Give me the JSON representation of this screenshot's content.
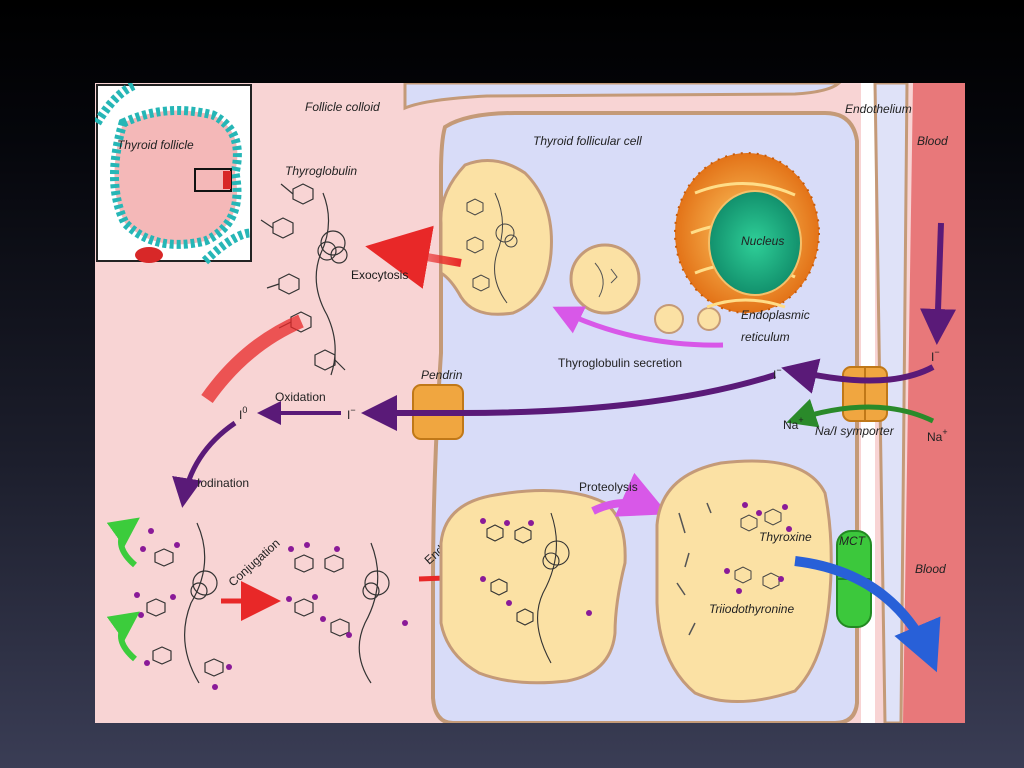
{
  "labels": {
    "follicle_colloid": "Follicle colloid",
    "thyroid_follicular_cell": "Thyroid follicular cell",
    "endothelium": "Endothelium",
    "blood_top": "Blood",
    "blood_bottom": "Blood",
    "thyroid_follicle": "Thyroid follicle",
    "thyroglobulin": "Thyroglobulin",
    "exocytosis": "Exocytosis",
    "nucleus": "Nucleus",
    "er_line1": "Endoplasmic",
    "er_line2": "reticulum",
    "tg_secretion": "Thyroglobulin secretion",
    "pendrin": "Pendrin",
    "oxidation": "Oxidation",
    "i_zero": "I",
    "i_zero_sup": "0",
    "i_minus_colloid": "I",
    "i_minus_cell": "I",
    "i_minus_blood": "I",
    "minus": "−",
    "na_cell": "Na",
    "na_blood": "Na",
    "plus": "+",
    "nai_symporter": "Na/I symporter",
    "iodination": "Iodination",
    "conjugation": "Conjugation",
    "endocytosis": "Endocytosis",
    "proteolysis": "Proteolysis",
    "thyroxine": "Thyroxine",
    "triiodothyronine": "Triiodothyronine",
    "mct": "MCT"
  },
  "colors": {
    "colloid": "#f8d4d4",
    "cell": "#d8dcf8",
    "membrane": "#c49a78",
    "vesicle": "#fbe1a4",
    "blood": "#e8787a",
    "nucleus": "#1fb68a",
    "er": "#f08a1c",
    "channel": "#f0a640",
    "mct": "#3cc83c",
    "arrow_red": "#e82828",
    "arrow_purple": "#5a1a78",
    "arrow_magenta": "#d858e8",
    "arrow_green": "#2a8a2a",
    "arrow_blue": "#2860d8"
  }
}
